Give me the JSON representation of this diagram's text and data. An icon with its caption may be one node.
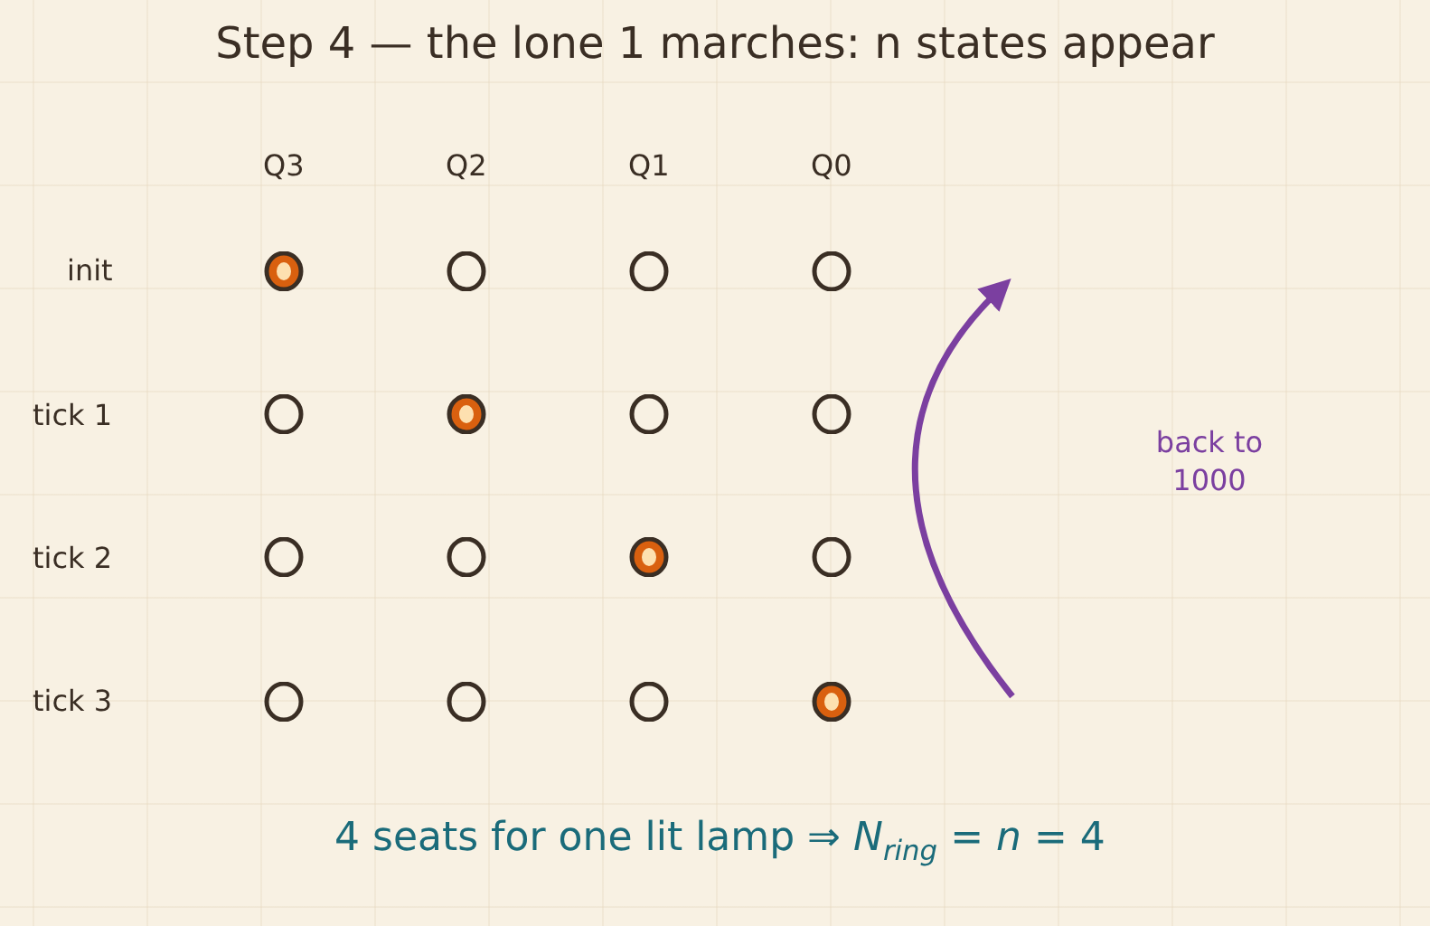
{
  "diagram": {
    "title": "Step 4 — the lone 1 marches: n states appear",
    "nodes": [
      {
        "text": [],
        "shape": "circle"
      },
      {
        "text": [],
        "shape": "circle"
      },
      {
        "text": [],
        "shape": "circle"
      },
      {
        "text": [],
        "shape": "circle"
      },
      {
        "text": [],
        "shape": "circle"
      },
      {
        "text": [],
        "shape": "circle"
      },
      {
        "text": [],
        "shape": "circle"
      },
      {
        "text": [],
        "shape": "circle"
      },
      {
        "text": [],
        "shape": "circle"
      },
      {
        "text": [],
        "shape": "circle"
      },
      {
        "text": [],
        "shape": "circle"
      },
      {
        "text": [],
        "shape": "circle"
      },
      {
        "text": [],
        "shape": "circle"
      },
      {
        "text": [],
        "shape": "circle"
      },
      {
        "text": [],
        "shape": "circle"
      },
      {
        "text": [],
        "shape": "circle"
      }
    ],
    "labels": [
      "Q3",
      "Q2",
      "Q1",
      "Q0",
      "init",
      "tick 1",
      "back to 1000",
      "tick 2",
      "tick 3",
      "4 seats for one lit lamp ⇒ *N*$_{ring}$ = *n* = 4"
    ]
  }
}
